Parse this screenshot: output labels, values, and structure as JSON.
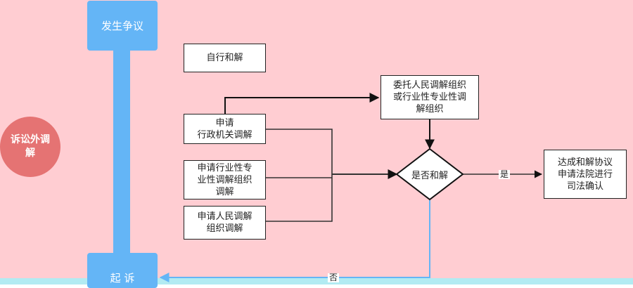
{
  "nodes": {
    "dispute": "发生争议",
    "lawsuit": "起 诉",
    "out_of_court": "诉讼外调\n解",
    "self_settle": "自行和解",
    "apply_admin": "申请\n行政机关调解",
    "apply_industry": "申请行业性专\n业性调解组织\n调解",
    "apply_people": "申请人民调解\n组织调解",
    "entrust": "委托人民调解组织\n或行业性专业性调\n解组织",
    "decision": "是否和解",
    "agreement": "达成和解协议\n申请法院进行\n司法确认"
  },
  "edge_labels": {
    "yes": "是",
    "no": "否"
  },
  "colors": {
    "background": "#ffcdd2",
    "accent_blue": "#64b5f6",
    "circle": "#e57373",
    "bottom_band": "#b2ebf2"
  }
}
